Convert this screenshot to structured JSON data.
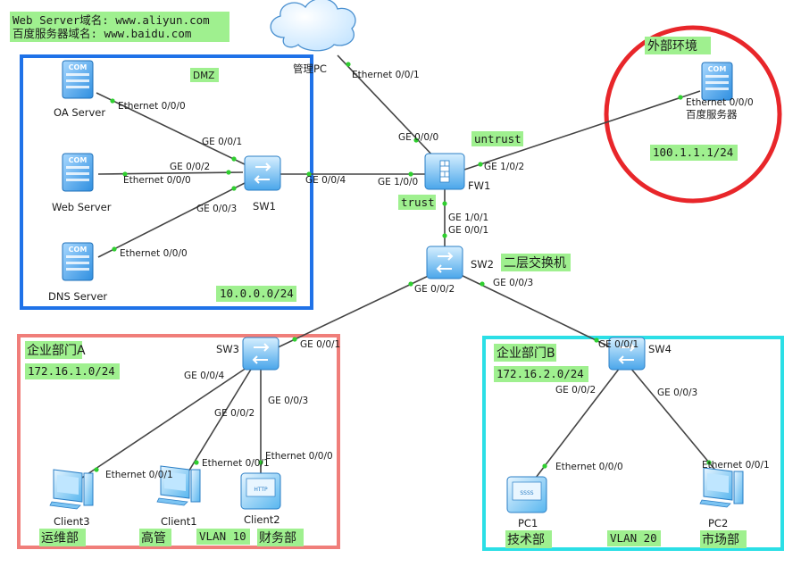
{
  "header": {
    "line1": "Web Server域名: www.aliyun.com",
    "line2": "百度服务器域名: www.baidu.com"
  },
  "zones": {
    "dmz": {
      "label": "DMZ",
      "subnet": "10.0.0.0/24"
    },
    "external": {
      "label": "外部环境",
      "subnet": "100.1.1.1/24"
    },
    "dept_a": {
      "label": "企业部门A",
      "subnet": "172.16.1.0/24",
      "vlan": "VLAN 10"
    },
    "dept_b": {
      "label": "企业部门B",
      "subnet": "172.16.2.0/24",
      "vlan": "VLAN 20"
    }
  },
  "devices": {
    "mgmt_pc": "管理PC",
    "oa_server": "OA Server",
    "web_server": "Web Server",
    "dns_server": "DNS Server",
    "sw1": "SW1",
    "fw1": "FW1",
    "baidu": "百度服务器",
    "sw2": "SW2",
    "sw2_role": "二层交换机",
    "sw3": "SW3",
    "sw4": "SW4",
    "client3": "Client3",
    "client1": "Client1",
    "client2": "Client2",
    "pc1": "PC1",
    "pc2": "PC2"
  },
  "security_zones": {
    "untrust": "untrust",
    "trust": "trust"
  },
  "roles": {
    "client3": "运维部",
    "client1": "高管",
    "client2": "财务部",
    "pc1": "技术部",
    "pc2": "市场部"
  },
  "ports": {
    "mgmt_e001": "Ethernet 0/0/1",
    "fw_ge000": "GE 0/0/0",
    "oa_e000": "Ethernet 0/0/0",
    "sw1_ge001": "GE 0/0/1",
    "sw1_ge002": "GE 0/0/2",
    "web_e000": "Ethernet 0/0/0",
    "sw1_ge003": "GE 0/0/3",
    "dns_e000": "Ethernet 0/0/0",
    "sw1_ge004": "GE 0/0/4",
    "fw_ge100": "GE 1/0/0",
    "fw_ge102": "GE 1/0/2",
    "baidu_e000": "Ethernet 0/0/0",
    "fw_ge101": "GE 1/0/1",
    "sw2_ge001": "GE 0/0/1",
    "sw2_ge002": "GE 0/0/2",
    "sw2_ge003": "GE 0/0/3",
    "sw3_ge001": "GE 0/0/1",
    "sw3_ge004": "GE 0/0/4",
    "sw3_ge002": "GE 0/0/2",
    "sw3_ge003": "GE 0/0/3",
    "c3_e001": "Ethernet 0/0/1",
    "c1_e001": "Ethernet 0/0/1",
    "c2_e000": "Ethernet 0/0/0",
    "sw4_ge001": "GE 0/0/1",
    "sw4_ge002": "GE 0/0/2",
    "sw4_ge003": "GE 0/0/3",
    "pc1_e000": "Ethernet 0/0/0",
    "pc2_e001": "Ethernet 0/0/1"
  },
  "icon_labels": {
    "server": "COM",
    "client2_screen": "HTTP",
    "pc1_screen": "SSSS"
  },
  "colors": {
    "dmz_border": "#1f72e8",
    "external_ring": "#e8262a",
    "dept_a_border": "#f07e7a",
    "dept_b_border": "#2bdfe6",
    "label_bg": "#9ff08f",
    "port_dot": "#2fcf2f"
  }
}
